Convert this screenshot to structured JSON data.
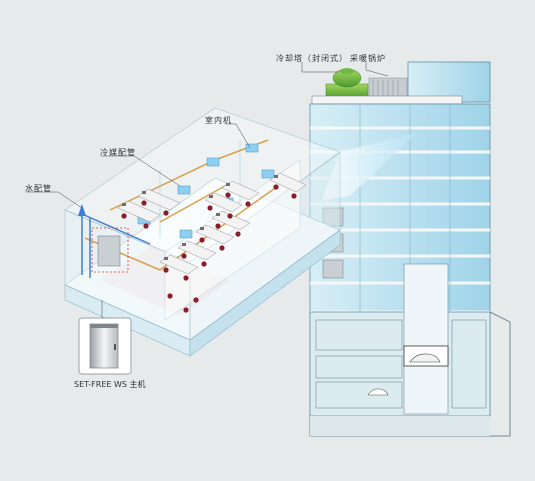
{
  "labels": {
    "cooling_tower": "冷却塔（封闭式）",
    "boiler": "采暖锅炉",
    "indoor_unit": "室内机",
    "refrigerant_piping": "冷媒配管",
    "water_piping": "水配管",
    "outdoor_unit": "SET-FREE WS 主机"
  }
}
